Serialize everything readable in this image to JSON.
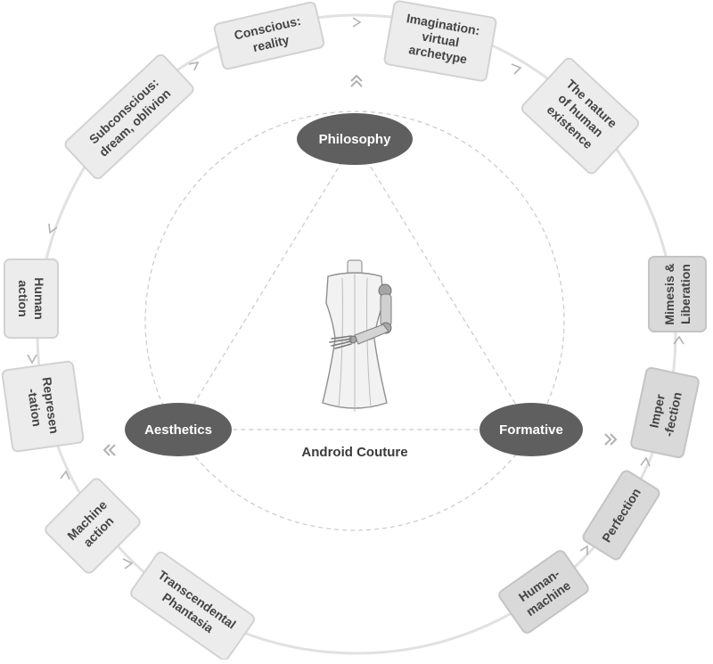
{
  "diagram": {
    "center_label": "Android Couture",
    "nodes": {
      "philosophy": "Philosophy",
      "aesthetics": "Aesthetics",
      "formative": "Formative"
    },
    "boxes": {
      "conscious": [
        "Conscious:",
        "reality"
      ],
      "imagination": [
        "Imagination:",
        "virtual",
        "archetype"
      ],
      "nature": [
        "The nature",
        "of human",
        "existence"
      ],
      "subconscious": [
        "Subconscious:",
        "dream, oblivion"
      ],
      "human_action": [
        "Human",
        "action"
      ],
      "representation": [
        "Represen",
        "-tation"
      ],
      "machine_action": [
        "Machine",
        "action"
      ],
      "transcendental": [
        "Transcendental",
        "Phantasia"
      ],
      "human_machine": [
        "Human-",
        "machine"
      ],
      "perfection": [
        "Perfection"
      ],
      "imperfection": [
        "Imper",
        "-fection"
      ],
      "mimesis": [
        "Mimesis &",
        "Liberation"
      ]
    },
    "colors": {
      "node_fill": "#5f5f5f",
      "box_fill": "#ececec",
      "box_fill_dark": "#d9d9d9",
      "ring": "#e1e1e1"
    },
    "icons": [
      "mannequin-robot-arm-icon"
    ]
  }
}
